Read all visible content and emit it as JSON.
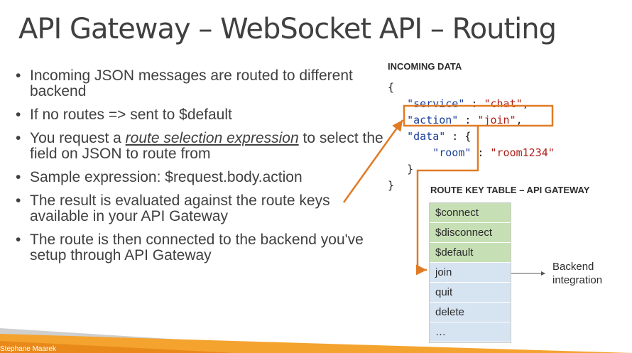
{
  "title": "API Gateway – WebSocket API – Routing",
  "bullets": {
    "b1": "Incoming JSON messages are routed to different backend",
    "b2": "If no routes => sent to $default",
    "b3_pre": "You request a ",
    "b3_link": "route selection expression",
    "b3_post": " to select the field on JSON to route from",
    "b4": "Sample expression: $request.body.action",
    "b5": "The result is evaluated against the route keys available in your API Gateway",
    "b6": "The route is then connected to the backend you've setup through API Gateway"
  },
  "incoming": {
    "label": "INCOMING DATA",
    "open_brace": "{",
    "service_key": "\"service\"",
    "service_val": "\"chat\"",
    "action_key": "\"action\"",
    "action_val": "\"join\"",
    "data_key": "\"data\"",
    "room_key": "\"room\"",
    "room_val": "\"room1234\"",
    "close_inner": "}",
    "close_outer": "}"
  },
  "route_table": {
    "label": "ROUTE KEY TABLE – API GATEWAY",
    "rows": [
      "$connect",
      "$disconnect",
      "$default",
      "join",
      "quit",
      "delete",
      "…"
    ]
  },
  "backend": {
    "label_line1": "Backend",
    "label_line2": "integration"
  },
  "footer": "Stephane Maarek",
  "colors": {
    "highlight": "#e07b24",
    "key": "#1a3f9c",
    "string": "#b0201b",
    "green_row": "#c6dfb4",
    "blue_row": "#d6e3f1"
  }
}
